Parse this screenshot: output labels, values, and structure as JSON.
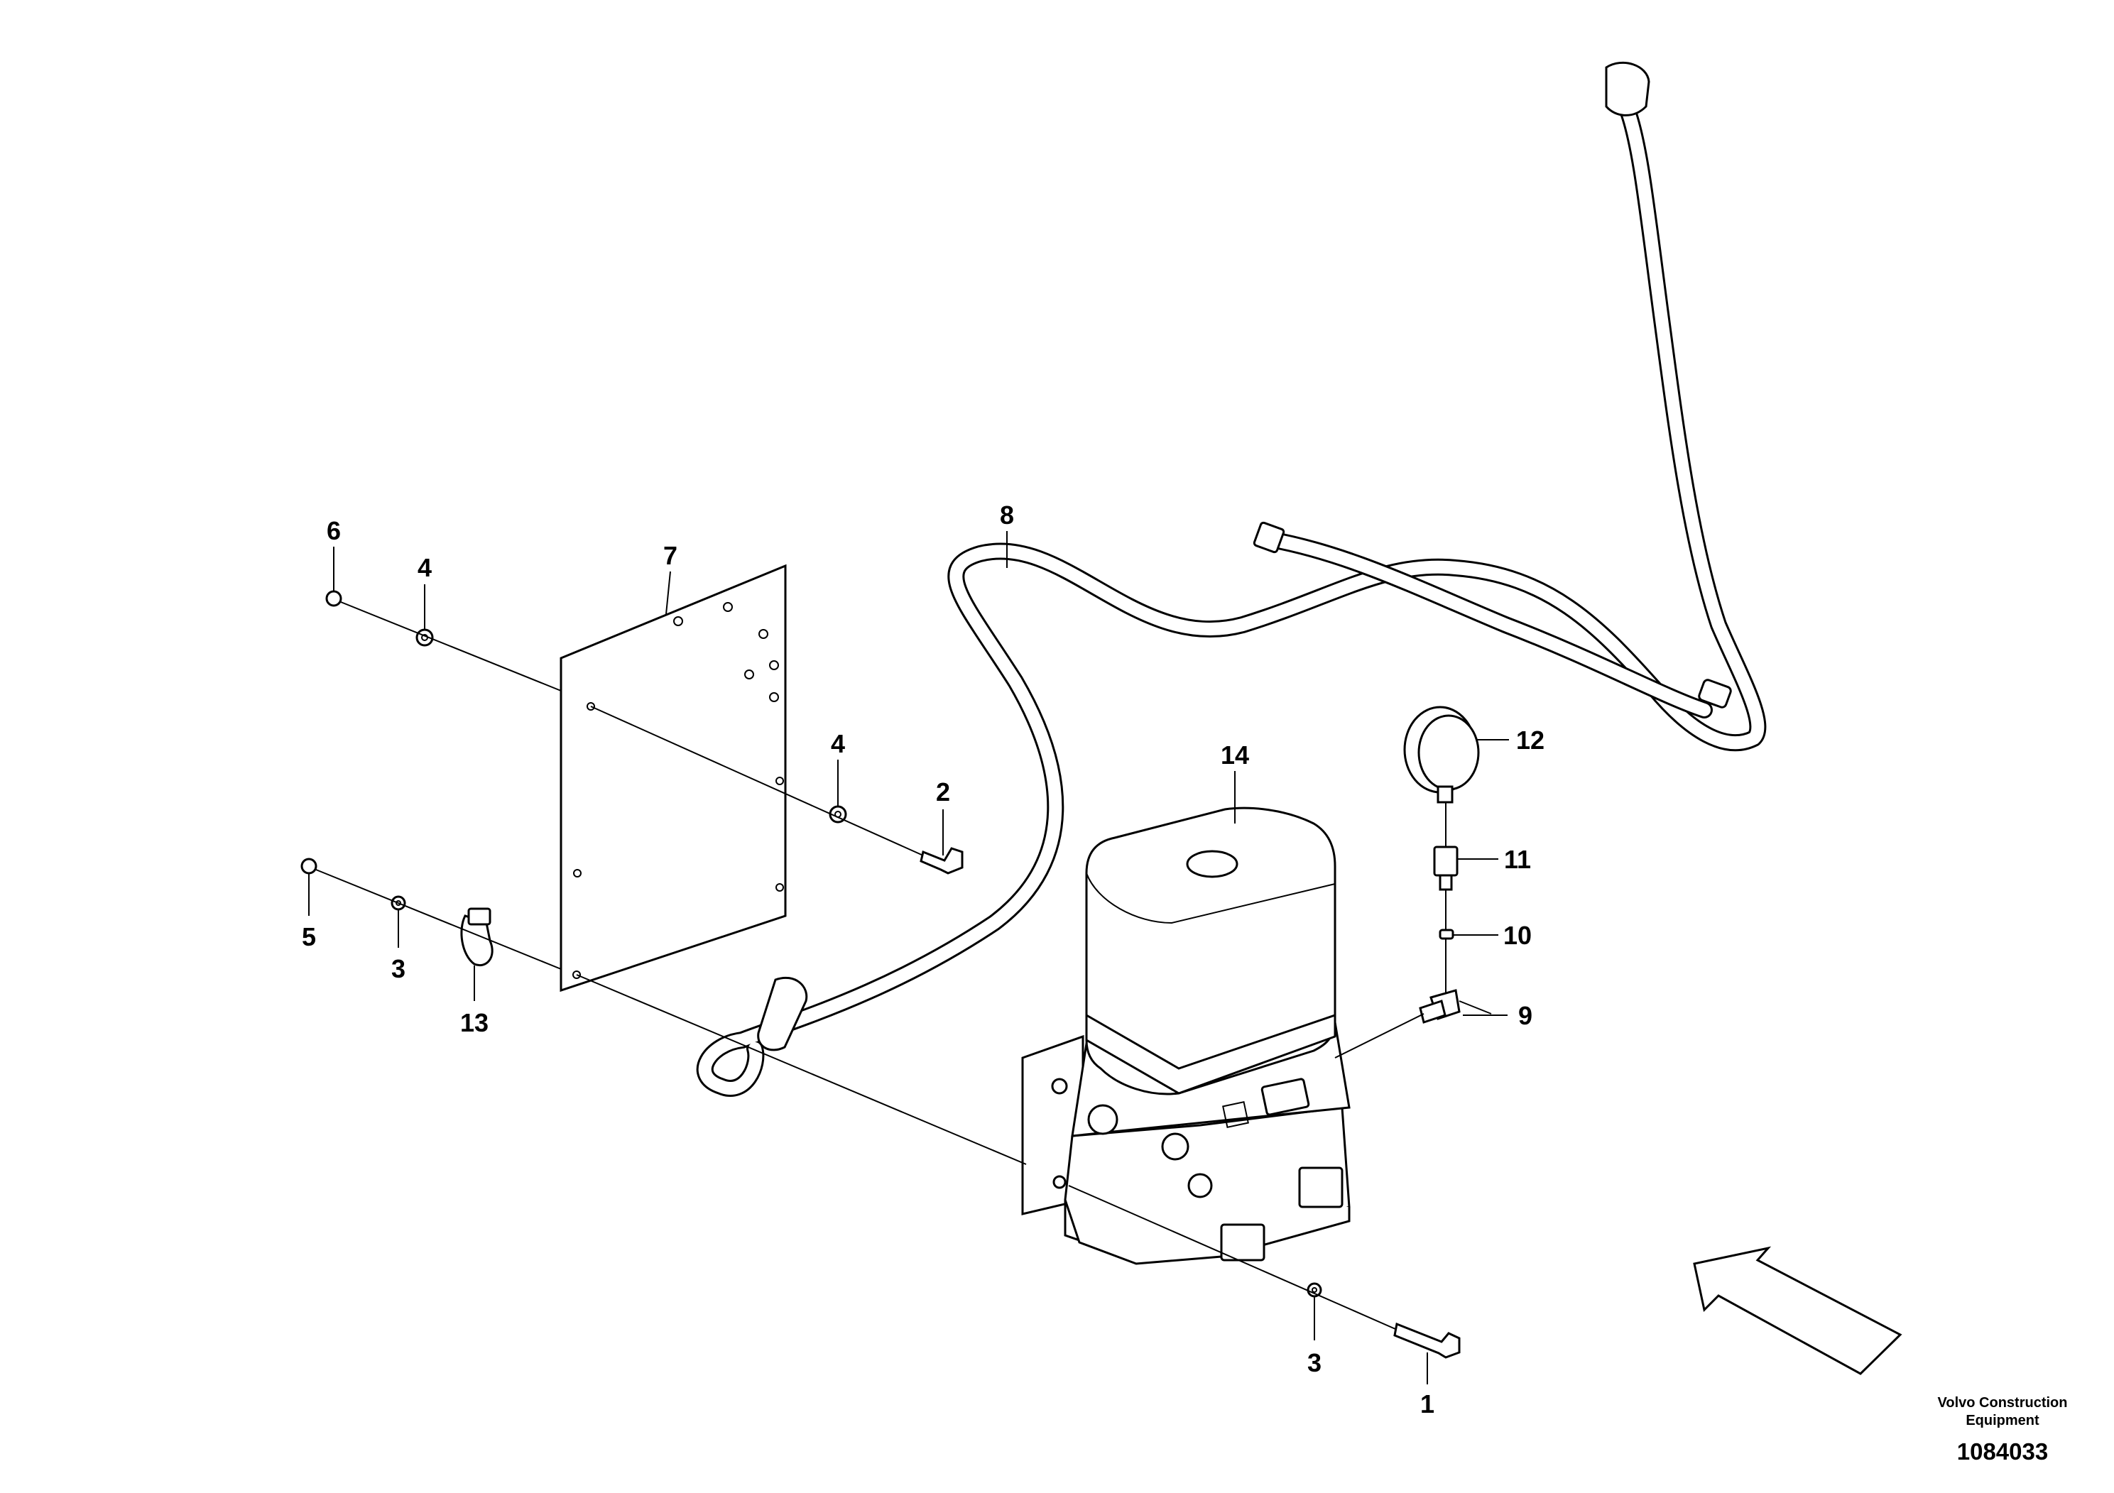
{
  "callouts": {
    "c1": "1",
    "c2": "2",
    "c3a": "3",
    "c3b": "3",
    "c4a": "4",
    "c4b": "4",
    "c5": "5",
    "c6": "6",
    "c7": "7",
    "c8": "8",
    "c9": "9",
    "c10": "10",
    "c11": "11",
    "c12": "12",
    "c13": "13",
    "c14": "14"
  },
  "credit": {
    "line1": "Volvo Construction",
    "line2": "Equipment"
  },
  "doc_number": "1084033"
}
